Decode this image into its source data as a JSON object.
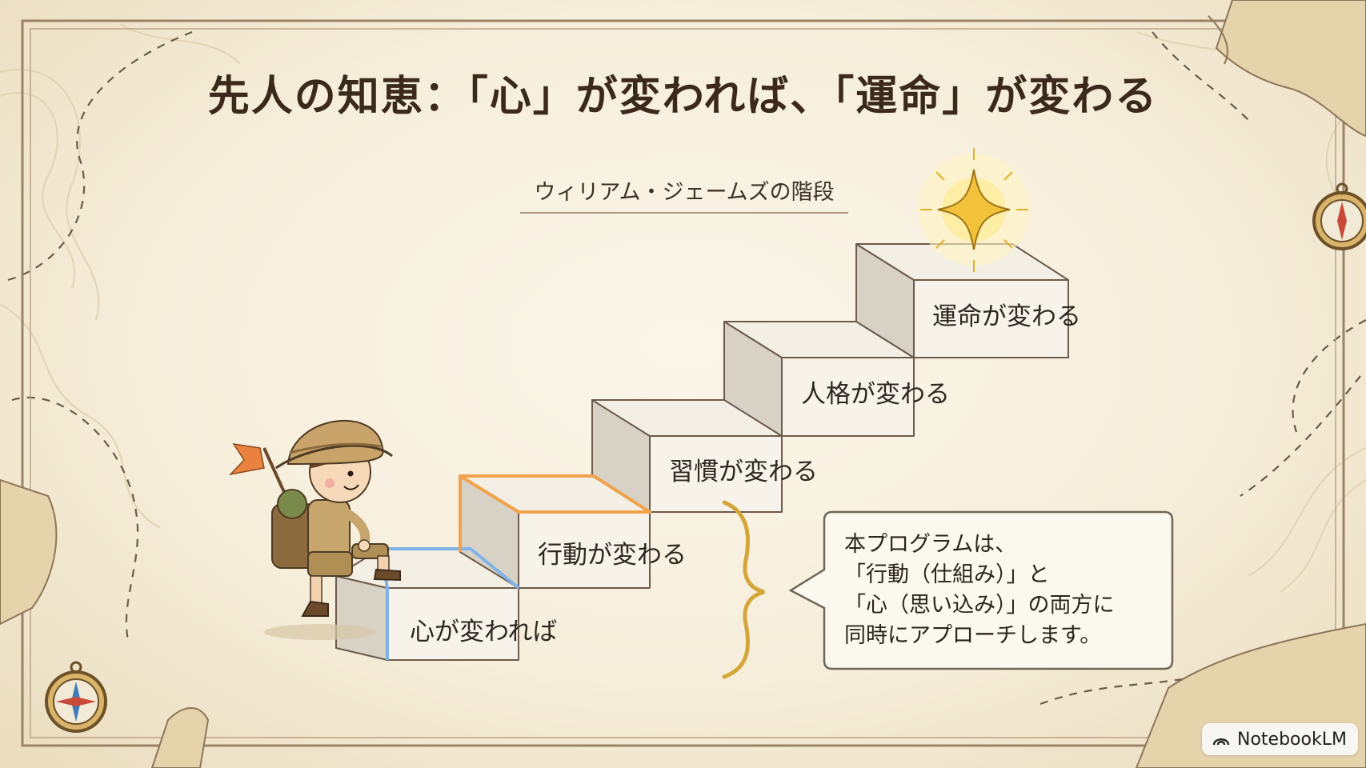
{
  "slide": {
    "title": "先人の知恵：「心」が変われば、「運命」が変わる",
    "subtitle": "ウィリアム・ジェームズの階段",
    "steps": [
      {
        "label": "心が変われば",
        "accent": "#7fb2e6"
      },
      {
        "label": "行動が変わる",
        "accent": "#f1a24a"
      },
      {
        "label": "習慣が変わる"
      },
      {
        "label": "人格が変わる"
      },
      {
        "label": "運命が変わる",
        "accent": "#f4c542"
      }
    ],
    "callout": {
      "lines": [
        "本プログラムは、",
        "「行動（仕組み）」と",
        "「心（思い込み）」の両方に",
        "同時にアプローチします。"
      ]
    }
  },
  "badge": {
    "label": "NotebookLM",
    "icon": "notebooklm-logo-icon"
  },
  "icons": [
    "explorer-illustration",
    "compass-icon",
    "star-icon",
    "map-scroll-icon"
  ]
}
